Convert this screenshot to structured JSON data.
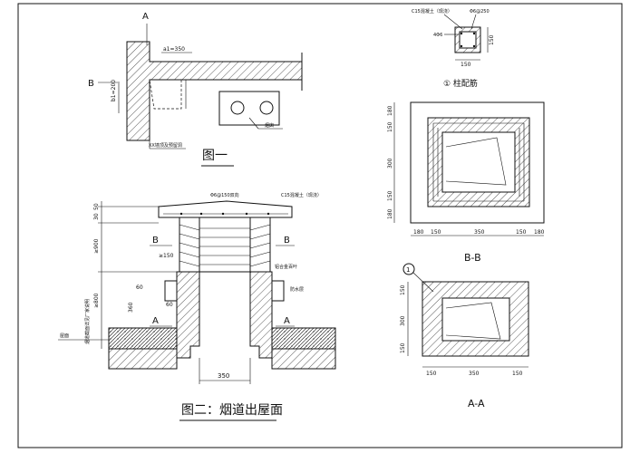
{
  "figure1": {
    "section_a": "A",
    "section_b": "B",
    "dim_a1": "a1=350",
    "dim_b1": "b1=200",
    "label_bottom": "XX墙顶及预留洞",
    "label_right": "烟囱",
    "caption": "图一"
  },
  "figure2": {
    "dim_50": "50",
    "dim_30": "30",
    "dim_900": "≥900",
    "dim_150": "≥150",
    "dim_60a": "60",
    "dim_60b": "60",
    "dim_360": "360",
    "dim_800": "≥800",
    "dim_350": "350",
    "sec_b_left": "B",
    "sec_b_right": "B",
    "sec_a_left": "A",
    "sec_a_right": "A",
    "note_top": "Φ6@150双向",
    "note_concrete": "C15混凝土（现浇）",
    "note_louver": "铝合金百叶",
    "note_waterproof": "防水层",
    "note_vertical": "烟道截面详见厂家说明",
    "note_roof": "屋面",
    "caption": "图二：烟道出屋面"
  },
  "column_detail": {
    "label_c15": "C15混凝土（现浇）",
    "label_rebar": "Φ6@250",
    "label_side": "4Φ6",
    "dim_w": "150",
    "dim_h": "150",
    "caption": "① 柱配筋"
  },
  "section_bb": {
    "dims_left": [
      "180",
      "150",
      "300",
      "150",
      "180"
    ],
    "dims_bottom": [
      "180",
      "150",
      "350",
      "150",
      "180"
    ],
    "caption": "B-B"
  },
  "section_aa": {
    "marker": "1",
    "dims_left": [
      "150",
      "300",
      "150"
    ],
    "dims_bottom": [
      "150",
      "350",
      "150"
    ],
    "caption": "A-A"
  }
}
